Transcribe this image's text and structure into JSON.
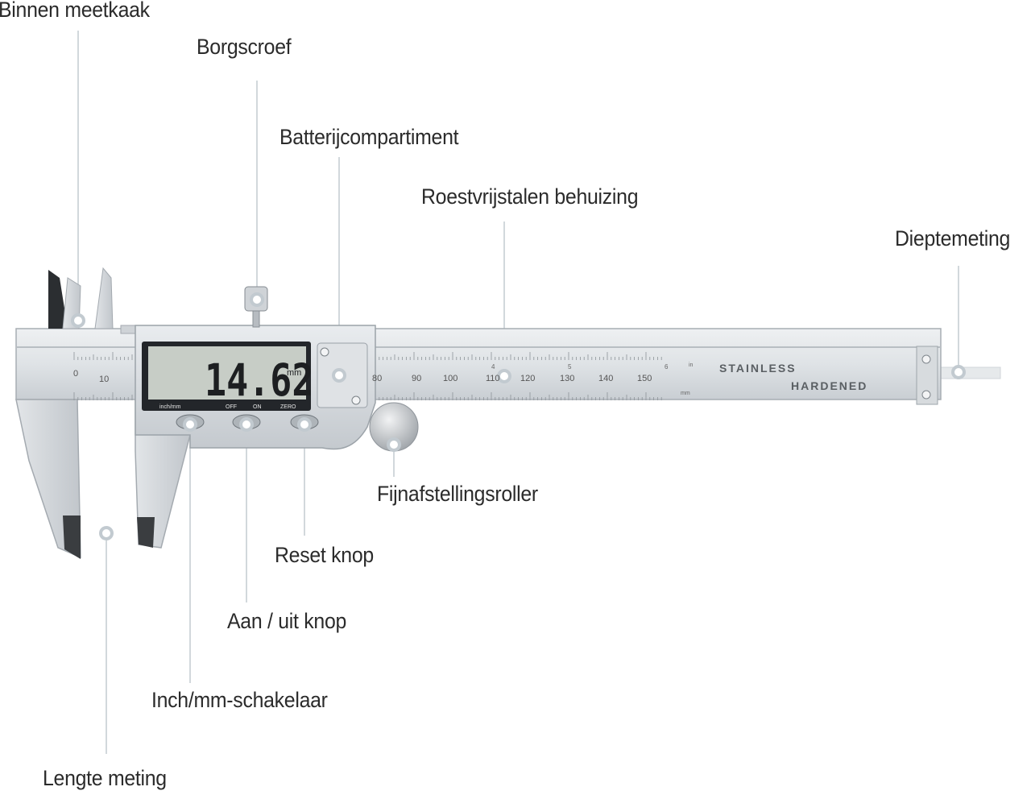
{
  "callouts": {
    "binnen_meetkaak": "Binnen meetkaak",
    "borgscroef": "Borgscroef",
    "batterijcompartiment": "Batterijcompartiment",
    "roestvrijstalen_behuizing": "Roestvrijstalen behuizing",
    "dieptemeting": "Dieptemeting",
    "fijnafstellingsroller": "Fijnafstellingsroller",
    "reset_knop": "Reset knop",
    "aan_uit_knop": "Aan / uit knop",
    "inch_mm_schakelaar": "Inch/mm-schakelaar",
    "lengte_meting": "Lengte meting"
  },
  "display": {
    "reading": "14.62",
    "unit": "mm",
    "buttons": [
      "inch/mm",
      "OFF",
      "ON",
      "ZERO"
    ]
  },
  "scale": {
    "left_numbers": [
      "0",
      "10"
    ],
    "right_numbers": [
      "80",
      "90",
      "100",
      "110",
      "120",
      "130",
      "140",
      "150"
    ],
    "inch_numbers": [
      "4",
      "5",
      "6"
    ],
    "inch_unit": "in",
    "mm_unit": "mm"
  },
  "engraving": {
    "line1": "STAINLESS",
    "line2": "HARDENED"
  },
  "colors": {
    "steel": "#d4d8dc",
    "steel_dark": "#9aa1a8",
    "lcd": "#c9cfc8",
    "leader": "#bcc6cc"
  }
}
